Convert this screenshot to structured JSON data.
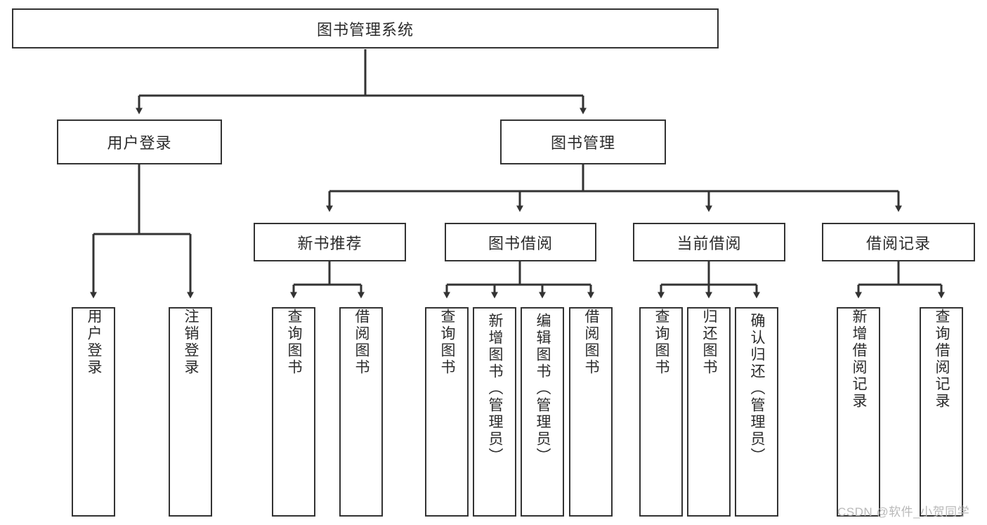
{
  "diagram": {
    "type": "tree-hierarchy",
    "title": "图书管理系统",
    "colors": {
      "stroke": "#333333",
      "fill": "#ffffff",
      "text": "#2b2b2b",
      "watermark": "#b9b9b9"
    },
    "root": {
      "label": "图书管理系统"
    },
    "level1": [
      {
        "label": "用户登录"
      },
      {
        "label": "图书管理"
      }
    ],
    "level2": [
      {
        "label": "新书推荐"
      },
      {
        "label": "图书借阅"
      },
      {
        "label": "当前借阅"
      },
      {
        "label": "借阅记录"
      }
    ],
    "leaves": {
      "user_login": [
        {
          "label": "用户登录"
        },
        {
          "label": "注销登录"
        }
      ],
      "new_book_recommend": [
        {
          "label": "查询图书"
        },
        {
          "label": "借阅图书"
        }
      ],
      "book_borrow": [
        {
          "label": "查询图书"
        },
        {
          "label": "新增图书（管理员）"
        },
        {
          "label": "编辑图书（管理员）"
        },
        {
          "label": "借阅图书"
        }
      ],
      "current_borrow": [
        {
          "label": "查询图书"
        },
        {
          "label": "归还图书"
        },
        {
          "label": "确认归还（管理员）"
        }
      ],
      "borrow_record": [
        {
          "label": "新增借阅记录"
        },
        {
          "label": "查询借阅记录"
        }
      ]
    }
  },
  "watermark": {
    "text": "CSDN @软件_小贺同学"
  }
}
